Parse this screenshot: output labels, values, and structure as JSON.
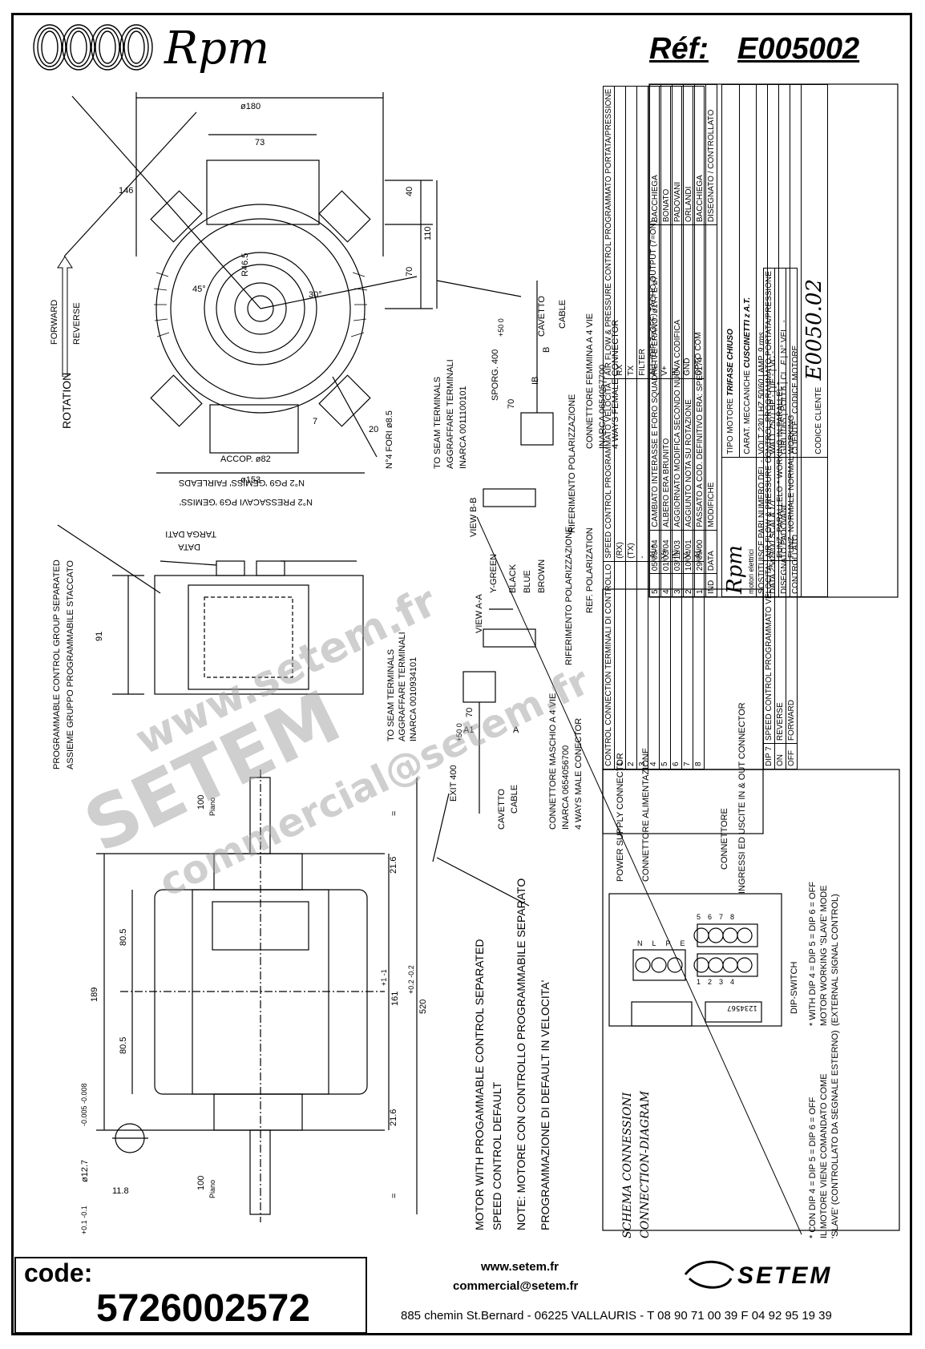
{
  "header": {
    "brand": "Rpm",
    "ref_label": "Réf:",
    "ref_value": "E005002"
  },
  "dimensions_top_view": {
    "d180": "ø180",
    "d73": "73",
    "d146": "146",
    "d40": "40",
    "d110": "110",
    "d70": "70",
    "r46": "R46.5",
    "a45": "45°",
    "a30": "30°",
    "accop": "ACCOP. ø82",
    "d153": "ø153",
    "d20": "20",
    "d7": "7",
    "fori": "N°4 FORI ø8.5",
    "rotation": "ROTATION",
    "forward": "FORWARD",
    "reverse": "REVERSE"
  },
  "side_view": {
    "pressacavi": "N°2 PRESSACAVI PG9 'GEMISS'",
    "fairleads": "N°2 PG9 'GEMISS' FAIRLEADS",
    "targa": "TARGA DATI",
    "data": "DATA",
    "d91": "91",
    "group_en": "PROGRAMMABLE CONTROL GROUP SEPARATED",
    "group_it": "ASSIEME GRUPPO PROGRAMMABILE STACCATO"
  },
  "front_view": {
    "d100a": "100",
    "piano_a": "Piano",
    "d100b": "100",
    "piano_b": "Piano",
    "d21a": "21.6",
    "d21b": "21.6",
    "d80a": "80.5",
    "d80b": "80.5",
    "d189": "189",
    "d161": "161",
    "tol161": "+1 -1",
    "d520": "520",
    "tol520": "+0.2 -0.2",
    "eq": "=",
    "shaft": "ø12.7",
    "shaft_tol": "-0.005 -0.008",
    "d11": "11.8",
    "d11_tol": "+0.1 -0.1"
  },
  "notes": {
    "n1": "MOTOR WITH PROGAMMABLE CONTROL SEPARATED",
    "n2": "SPEED CONTROL DEFAULT",
    "n3": "NOTE: MOTORE CON CONTROLLO PROGRAMMABILE SEPARATO",
    "n4": "PROGRAMMAZIONE DI DEFAULT IN VELOCITA'"
  },
  "connector_a": {
    "terminals": "TO SEAM TERMINALS",
    "aggraffare": "AGGRAFFARE TERMINALI",
    "inarca": "INARCA 0010934101",
    "exit": "EXIT 400",
    "tol": "+50 0",
    "d70": "70",
    "a1": "A1",
    "a": "A",
    "cavetto": "CAVETTO",
    "cable": "CABLE",
    "connettore": "CONNETTORE MASCHIO A 4 VIE",
    "inarca2": "INARCA 0654056700",
    "ways": "4 WAYS MALE CONECTOR",
    "view": "VIEW A-A",
    "rif": "RIFERIMENTO POLARIZZAZIONE",
    "ref": "REF. POLARIZATION"
  },
  "connector_b": {
    "terminals": "TO SEAM TERMINALS",
    "aggraffare": "AGGRAFFARE TERMINALI",
    "inarca": "INARCA 0011100101",
    "sporg": "SPORG. 400",
    "tol": "+50 0",
    "d70": "70",
    "b": "B",
    "ib": "IB",
    "cavetto": "CAVETTO",
    "cable": "CABLE",
    "connettore": "CONNETTORE FEMMINA A 4 VIE",
    "inarca2": "INARCA 0654057700",
    "ways": "4 WAYS FEMALE CONNECTOR",
    "view": "VIEW B-B",
    "rif": "RIFERIMENTO POLARIZZAZIONE",
    "colors": [
      "Y-GREEN",
      "BLACK",
      "BLUE",
      "BROWN"
    ]
  },
  "terminal_table": {
    "head": [
      "CONTROL CONNECTION TERMINALI DI CONTROLLO",
      "SPEED CONTROL PROGRAMMATO VELOCITA'",
      "AIR FLOW & PRESSURE CONTROL PROGRAMMATO PORTATA/PRESSIONE"
    ],
    "rows": [
      [
        "1",
        "(RX)",
        "RX"
      ],
      [
        "2",
        "(TX)",
        "TX"
      ],
      [
        "3",
        "-",
        "FILTER"
      ],
      [
        "4",
        "AL+",
        "ALL (DIP 7=OFF) TACHO OUTPUT (7=ON)"
      ],
      [
        "5",
        "V+",
        "V+"
      ],
      [
        "6",
        "IN",
        "IN"
      ],
      [
        "7",
        "V-",
        "GND"
      ],
      [
        "8",
        "AL-",
        "OPTO COM"
      ]
    ],
    "dip_head": [
      "DIP 7",
      "SPEED CONTROL PROGRAMMATO VELOCITA'",
      "AIR FLOW & PRESSURE CONTROL PROGRAMMATO PORTATA/PRESSIONE"
    ],
    "dip_rows": [
      [
        "ON",
        "REVERSE",
        "FUNZ. PARALLELO * WORKING IN PARALLEL *"
      ],
      [
        "OFF",
        "FORWARD",
        "FUNZ. NORMALE NORMAL WORKING"
      ]
    ]
  },
  "schema": {
    "title_it": "SCHEMA CONNESSIONI",
    "title_en": "CONNECTION-DIAGRAM",
    "power1": "POWER SUPPLY CONNECTOR",
    "power2": "CONNETTORE ALIMENTAZIONE",
    "conn1": "CONNETTORE",
    "conn2": "INGRESSI ED USCITE IN & OUT CONNECTOR",
    "dip": "DIP-SWITCH",
    "pins_top": [
      "5",
      "6",
      "7",
      "8"
    ],
    "pins_bottom": [
      "1",
      "2",
      "3",
      "4"
    ],
    "power_pins": [
      "N",
      "L",
      "PE"
    ],
    "dipnums": "1234567",
    "note1": "* CON DIP 4 = DIP 5 = DIP 6 = OFF",
    "note2": "IL MOTORE VIENE COMANDATO COME",
    "note3": "'SLAVE' (CONTROLLATO DA SEGNALE ESTERNO)",
    "note4": "* WITH DIP 4 = DIP 5 = DIP 6 = OFF",
    "note5": "MOTOR WORKING 'SLAVE' MODE",
    "note6": "(EXTERNAL SIGNAL CONTROL)"
  },
  "title_block": {
    "revisions": [
      [
        "5",
        "05/03/04",
        "CAMBIATO INTERASSE E FORO SQUADRETTE ERANO: ø177 E ø7",
        "BACCHIEGA"
      ],
      [
        "4",
        "01/03/04",
        "ALBERO ERA BRUNITO",
        "BONATO"
      ],
      [
        "3",
        "03/11/03",
        "AGGIORNATO MODIFICA SECONDO NUOVA CODIFICA",
        "PADOVANI"
      ],
      [
        "2",
        "10/04/01",
        "AGGIUNTO NOTA SU ROTAZIONE",
        "ORLANDI"
      ],
      [
        "1",
        "29/09/00",
        "PASSATO A COD. DEFINITIVO ERA: SPE0174",
        "BACCHIEGA"
      ]
    ],
    "rev_head": [
      "IND",
      "DATA",
      "MODIFICHE",
      "DISEGNATO",
      "CONTROLLATO"
    ],
    "tipo_label": "TIPO MOTORE",
    "tipo": "TRIFASE CHIUSO",
    "carat_label": "CARAT. MECCANICHE",
    "carat": "CUSCINETTI z A.T.",
    "volt_label": "VOLT",
    "volt": "230",
    "hz_label": "HZ",
    "hz": "50/60",
    "amp_label": "AMP.",
    "amp": "9 rms",
    "watt_label": "WATT",
    "watt": "750",
    "hp_label": "HP",
    "hp": "-",
    "uf_label": "µF",
    "uf": "-",
    "vc_label": "VC",
    "vc": "-",
    "giri_label": "GIRI",
    "giri": "1065",
    "poli_label": "POLI",
    "poli": "6",
    "cl_label": "CL.",
    "cl": "F",
    "nvel_label": "N° VEL.",
    "nvel": "-",
    "cliente": "CLIENTE",
    "codice_cliente": "CODICE CLIENTE",
    "codice_motore_label": "CODICE MOTORE",
    "codice_motore": "E0050.02",
    "sostituisce": "SOSTITUISCE PARI NUMERO DEL",
    "sost_val": "-",
    "data_label": "DATA",
    "data": "25/09/00",
    "scala_label": "SCALA",
    "scala": "1/1",
    "disegnato": "DISEGNATO",
    "disegnato_val": "PADOVANI",
    "controllato": "CONTROLLATO",
    "rpm": "Rpm",
    "rpm_sub": "motori elettrici"
  },
  "watermark": {
    "w1": "www.setem.fr",
    "w2": "SETEM",
    "w3": "commercial@setem.fr"
  },
  "footer": {
    "code_label": "code:",
    "code_value": "5726002572",
    "web": "www.setem.fr",
    "email": "commercial@setem.fr",
    "address": "885 chemin St.Bernard  -  06225 VALLAURIS  -  T 08 90 71 00 39  F 04 92 95 19 39",
    "setem": "SETEM"
  }
}
